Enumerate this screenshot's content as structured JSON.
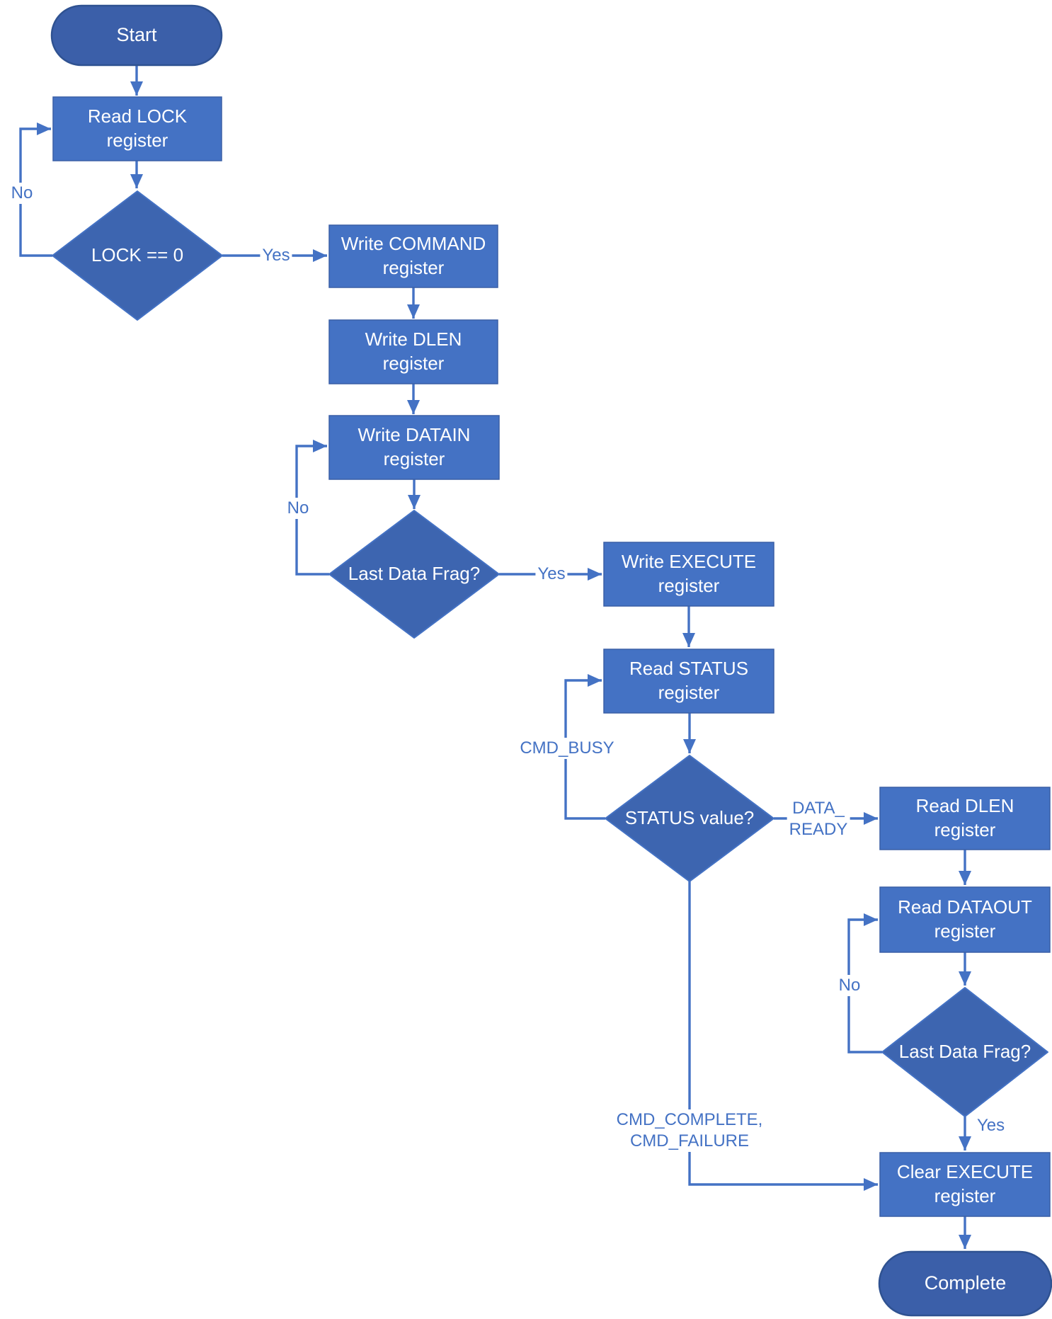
{
  "colors": {
    "process_fill": "#4472C4",
    "process_border": "#3A5FA6",
    "decision_fill": "#3D65B0",
    "decision_border": "#4472C4",
    "terminal_fill": "#3B5FA9",
    "terminal_border": "#2F5291",
    "connector": "#4472C4",
    "edge_label": "#4472C4",
    "node_text": "#FFFFFF"
  },
  "nodes": {
    "start": {
      "type": "terminal",
      "label": "Start"
    },
    "read_lock": {
      "type": "process",
      "label": "Read LOCK register"
    },
    "lock_check": {
      "type": "decision",
      "label": "LOCK == 0"
    },
    "write_command": {
      "type": "process",
      "label": "Write COMMAND register"
    },
    "write_dlen": {
      "type": "process",
      "label": "Write DLEN register"
    },
    "write_datain": {
      "type": "process",
      "label": "Write DATAIN register"
    },
    "last_frag_in": {
      "type": "decision",
      "label": "Last Data Frag?"
    },
    "write_execute": {
      "type": "process",
      "label": "Write EXECUTE register"
    },
    "read_status": {
      "type": "process",
      "label": "Read STATUS register"
    },
    "status_check": {
      "type": "decision",
      "label": "STATUS value?"
    },
    "read_dlen": {
      "type": "process",
      "label": "Read DLEN register"
    },
    "read_dataout": {
      "type": "process",
      "label": "Read DATAOUT register"
    },
    "last_frag_out": {
      "type": "decision",
      "label": "Last Data Frag?"
    },
    "clear_execute": {
      "type": "process",
      "label": "Clear EXECUTE register"
    },
    "complete": {
      "type": "terminal",
      "label": "Complete"
    }
  },
  "edge_labels": {
    "lock_no": "No",
    "lock_yes": "Yes",
    "frag_in_no": "No",
    "frag_in_yes": "Yes",
    "status_busy": "CMD_BUSY",
    "status_data_ready_line1": "DATA_",
    "status_data_ready_line2": "READY",
    "status_done_line1": "CMD_COMPLETE,",
    "status_done_line2": "CMD_FAILURE",
    "frag_out_no": "No",
    "frag_out_yes": "Yes"
  }
}
